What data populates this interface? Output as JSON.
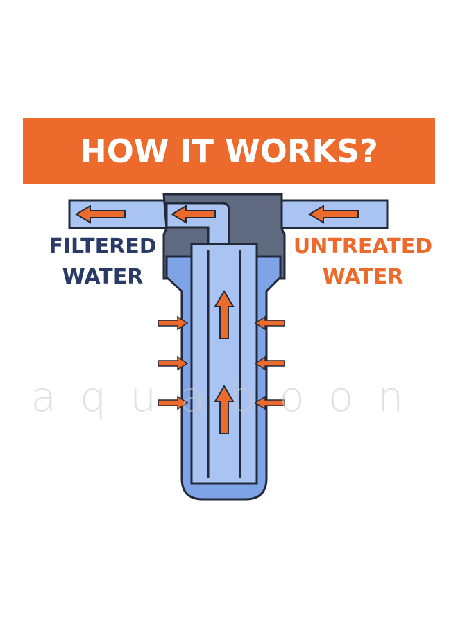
{
  "banner": {
    "title": "HOW IT WORKS?"
  },
  "labels": {
    "filtered": "FILTERED WATER",
    "untreated": "UNTREATED WATER"
  },
  "watermark": "aquaboon",
  "icons": {
    "flow_arrow": "left-arrow-icon",
    "inflow_arrow": "right-arrow-icon",
    "upflow_arrow": "up-arrow-icon"
  },
  "colors": {
    "banner": "#ec6a2c",
    "filtered_text": "#2a3a66",
    "untreated_text": "#ec6a2c",
    "pipe": "#a9c4f2",
    "housing": "#7ea3e6",
    "outline": "#222a3a",
    "arrow": "#ec6a2c"
  }
}
